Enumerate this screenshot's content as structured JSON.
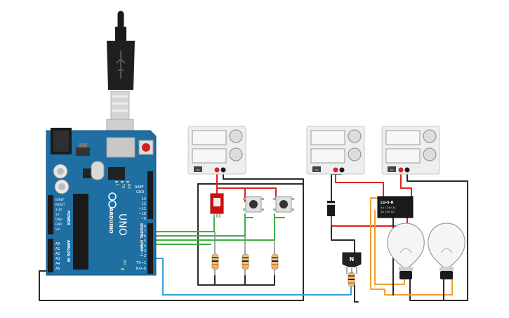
{
  "board": {
    "brand": "ARDUINO",
    "model": "UNO",
    "header_aref": "AREF",
    "header_gnd": "GND",
    "digital_pins": [
      "13",
      "12",
      "~11",
      "~10",
      "~9",
      "8",
      "7",
      "~6",
      "~5",
      "4",
      "~3",
      "2",
      "TX→1",
      "RX←0"
    ],
    "digital_label": "DIGITAL (PWM~)",
    "power_pins": [
      "IOREF",
      "RESET",
      "3.3V",
      "5V",
      "GND",
      "GND",
      "Vin"
    ],
    "power_label": "POWER",
    "analog_pins": [
      "A0",
      "A1",
      "A2",
      "A3",
      "A4",
      "A5"
    ],
    "analog_label": "ANALOG IN",
    "led_labels": [
      "L",
      "TX",
      "RX"
    ],
    "on_label": "ON"
  },
  "power_supplies": [
    {
      "button_label": "on"
    },
    {
      "button_label": "on"
    },
    {
      "button_label": "on"
    }
  ],
  "relay": {
    "label_line1": "LU-5-R",
    "label_line2": "5A 125V AC",
    "label_line3": "3A 24V DC"
  },
  "transistor": {
    "label": "N"
  },
  "colors": {
    "board": "#1f6fa3",
    "wire_red": "#e02020",
    "wire_black": "#2a2a2a",
    "wire_green": "#3cb043",
    "wire_orange": "#f0a030",
    "wire_blue": "#3aa0d8",
    "switch": "#d01010"
  },
  "icons": [
    "usb-cable-icon",
    "bulb-icon",
    "diode-icon",
    "resistor-icon",
    "pushbutton-icon"
  ]
}
